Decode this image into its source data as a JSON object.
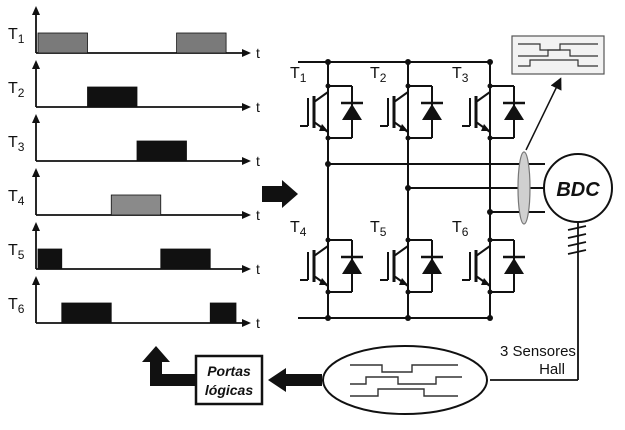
{
  "timing": {
    "axis_label": "t",
    "rows": [
      {
        "label": "T",
        "sub": "1",
        "color": "#7a7a7a",
        "pulses": [
          [
            0.0,
            0.25
          ],
          [
            0.7,
            0.95
          ]
        ]
      },
      {
        "label": "T",
        "sub": "2",
        "color": "#111111",
        "pulses": [
          [
            0.25,
            0.5
          ]
        ]
      },
      {
        "label": "T",
        "sub": "3",
        "color": "#111111",
        "pulses": [
          [
            0.5,
            0.75
          ]
        ]
      },
      {
        "label": "T",
        "sub": "4",
        "color": "#8a8a8a",
        "pulses": [
          [
            0.37,
            0.62
          ]
        ]
      },
      {
        "label": "T",
        "sub": "5",
        "color": "#111111",
        "pulses": [
          [
            0.0,
            0.12
          ],
          [
            0.62,
            0.87
          ]
        ]
      },
      {
        "label": "T",
        "sub": "6",
        "color": "#111111",
        "pulses": [
          [
            0.12,
            0.37
          ],
          [
            0.87,
            1.0
          ]
        ]
      }
    ]
  },
  "bridge": {
    "transistors": [
      {
        "label": "T",
        "sub": "1"
      },
      {
        "label": "T",
        "sub": "2"
      },
      {
        "label": "T",
        "sub": "3"
      },
      {
        "label": "T",
        "sub": "4"
      },
      {
        "label": "T",
        "sub": "5"
      },
      {
        "label": "T",
        "sub": "6"
      }
    ]
  },
  "motor": {
    "label": "BDC"
  },
  "hall": {
    "line1": "3 Sensores",
    "line2": "Hall"
  },
  "logic": {
    "line1": "Portas",
    "line2": "lógicas"
  },
  "colors": {
    "ink": "#111111",
    "gray_pulse": "#7a7a7a",
    "ellipse": "#c8c8c8"
  }
}
